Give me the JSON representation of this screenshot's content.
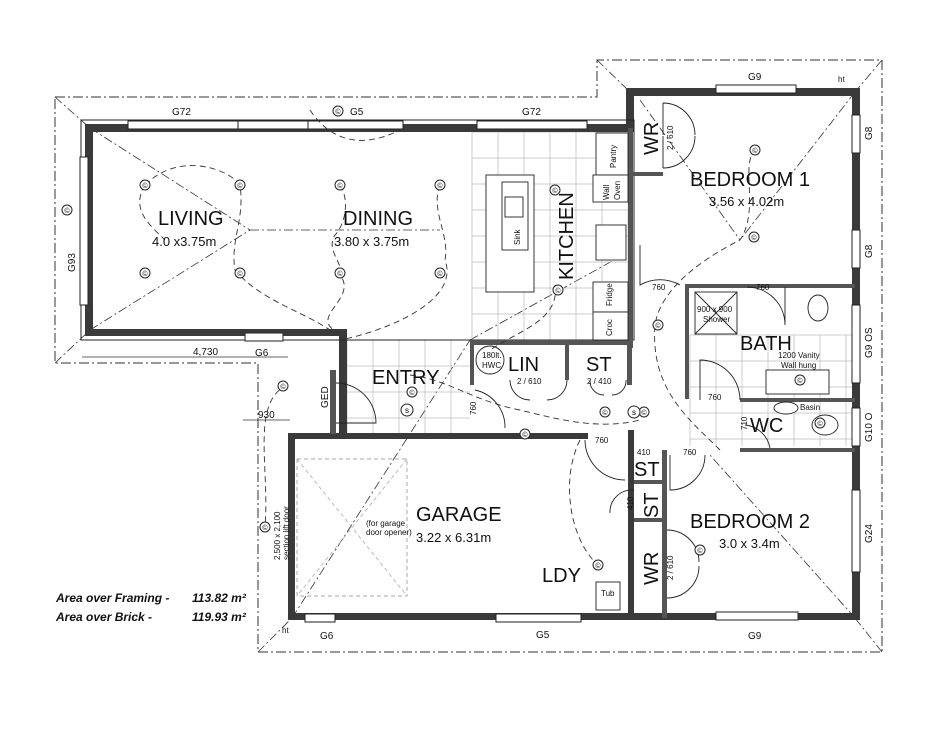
{
  "rooms": {
    "living": {
      "name": "LIVING",
      "size": "4.0 x3.75m"
    },
    "dining": {
      "name": "DINING",
      "size": "3.80 x 3.75m"
    },
    "kitchen": {
      "name": "KITCHEN"
    },
    "bedroom1": {
      "name": "BEDROOM 1",
      "size": "3.56 x 4.02m"
    },
    "bedroom2": {
      "name": "BEDROOM 2",
      "size": "3.0 x 3.4m"
    },
    "garage": {
      "name": "GARAGE",
      "size": "3.22 x 6.31m"
    },
    "entry": {
      "name": "ENTRY"
    },
    "bath": {
      "name": "BATH"
    },
    "wc": {
      "name": "WC"
    },
    "ldy": {
      "name": "LDY"
    },
    "lin": {
      "name": "LIN"
    },
    "st": {
      "name": "ST"
    },
    "wr": {
      "name": "WR"
    }
  },
  "windows": {
    "g72": "G72",
    "g5": "G5",
    "g93": "G93",
    "g6": "G6",
    "g9": "G9",
    "g8": "G8",
    "g9os": "G9 OS",
    "g10o": "G10 O",
    "g24": "G24",
    "ged": "GED"
  },
  "dimensions": {
    "d4730": "4,730",
    "d930": "930",
    "d760": "760",
    "d410": "410",
    "d710": "710",
    "wr_doors": "2 / 610",
    "lin_doors": "2 / 610",
    "st_doors": "2 / 410"
  },
  "fixtures": {
    "pantry": "Pantry",
    "wall_oven": "Wall",
    "oven2": "Oven",
    "fridge": "Fridge",
    "croc": "Croc",
    "sink": "Sink",
    "hwc_1": "180lt.",
    "hwc_2": "HWC",
    "shower_1": "900 x 900",
    "shower_2": "Shower",
    "vanity_1": "1200 Vanity",
    "vanity_2": "Wall hung",
    "basin": "Basin",
    "tub": "Tub",
    "garage_door_1": "2,500 x 2,100",
    "garage_door_2": "section lift door",
    "opener_1": "(for garage",
    "opener_2": "door opener)",
    "ht": "ht",
    "light_symbol": "©",
    "smoke_symbol": "s"
  },
  "areas": {
    "framing_label": "Area over Framing -",
    "framing_value": "113.82 m²",
    "brick_label": "Area over Brick -",
    "brick_value": "119.93 m²"
  }
}
